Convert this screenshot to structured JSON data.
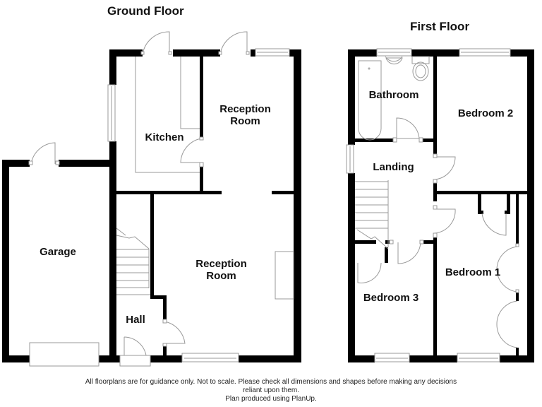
{
  "titles": {
    "ground": "Ground Floor",
    "first": "First Floor"
  },
  "ground_floor": {
    "rooms": [
      {
        "label": "Kitchen"
      },
      {
        "label": "Reception\nRoom",
        "line1": "Reception",
        "line2": "Room"
      },
      {
        "label": "Garage"
      },
      {
        "label": "Reception\nRoom",
        "line1": "Reception",
        "line2": "Room"
      },
      {
        "label": "Hall"
      }
    ]
  },
  "first_floor": {
    "rooms": [
      {
        "label": "Bathroom"
      },
      {
        "label": "Bedroom 2"
      },
      {
        "label": "Landing"
      },
      {
        "label": "Bedroom 1"
      },
      {
        "label": "Bedroom 3"
      }
    ]
  },
  "footer": {
    "line1": "All floorplans are for guidance only. Not to scale. Please check all dimensions and shapes before making any decisions",
    "line2": "reliant upon them.",
    "line3": "Plan produced using PlanUp."
  },
  "colors": {
    "wall": "#000000",
    "fixture": "#999999",
    "background": "#ffffff"
  }
}
